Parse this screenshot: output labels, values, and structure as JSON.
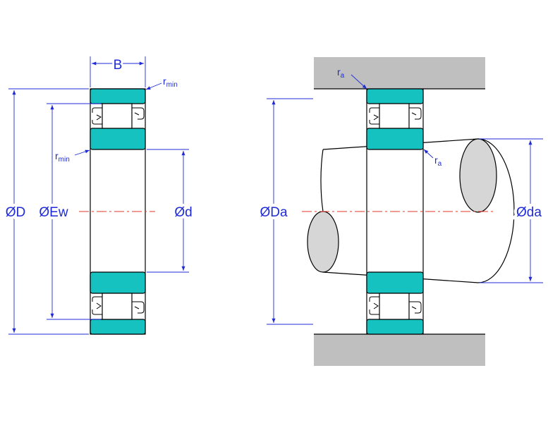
{
  "colors": {
    "ring": "#16c2c0",
    "dimension": "#1f2bd6",
    "centerline": "#e23a2a",
    "housing": "#bfbfbf",
    "shaft_end": "#d6d6d6",
    "outline": "#000000"
  },
  "left_view": {
    "labels": {
      "width": "B",
      "outer_diameter": "ØD",
      "roller_diameter": "ØEw",
      "bore_diameter": "Ød",
      "radius_top": {
        "base": "r",
        "sub": "min"
      },
      "radius_inner": {
        "base": "r",
        "sub": "min"
      }
    }
  },
  "right_view": {
    "labels": {
      "housing_diameter": "ØDa",
      "shaft_diameter": "Øda",
      "radius_housing": {
        "base": "r",
        "sub": "a"
      },
      "radius_shaft": {
        "base": "r",
        "sub": "a"
      }
    }
  }
}
